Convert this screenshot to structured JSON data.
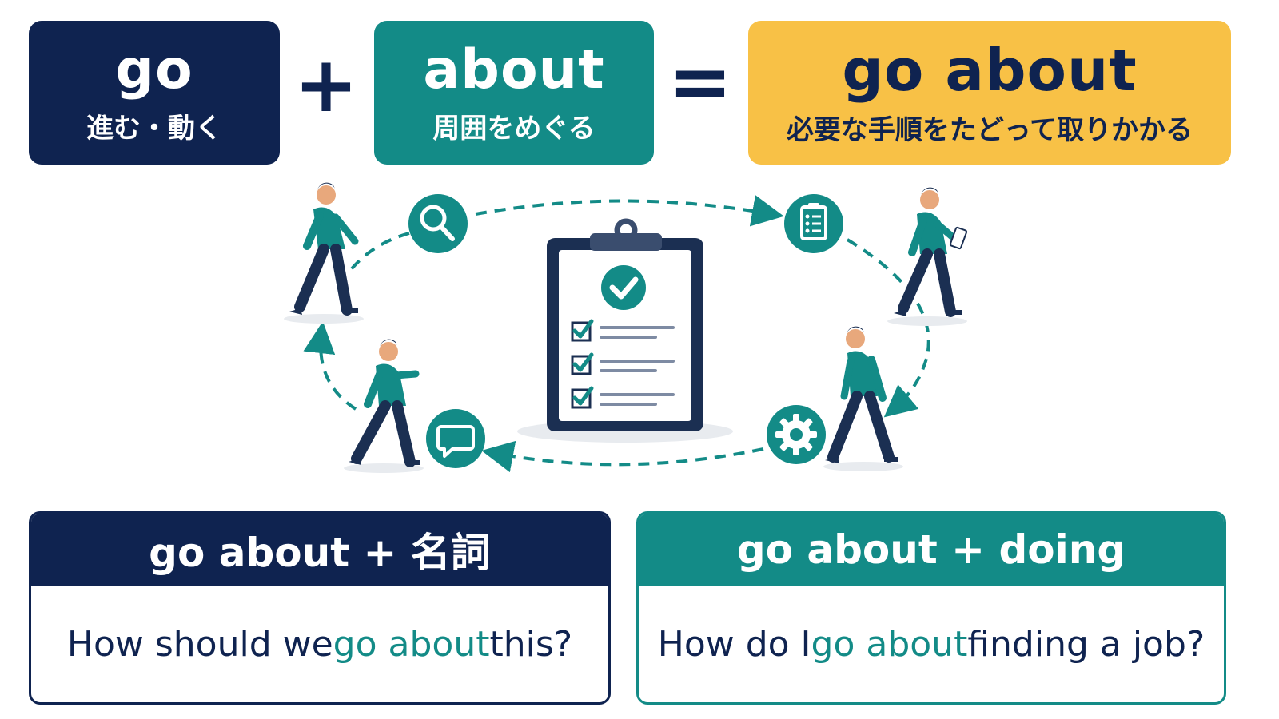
{
  "equation": {
    "go": {
      "word": "go",
      "meaning": "進む・動く"
    },
    "plus": "+",
    "about": {
      "word": "about",
      "meaning": "周囲をめぐる"
    },
    "equals": "=",
    "result": {
      "word": "go about",
      "meaning": "必要な手順をたどって取りかかる"
    }
  },
  "patterns": [
    {
      "heading": "go about + 名詞",
      "example_before": "How should we ",
      "example_highlight": "go about",
      "example_after": " this?"
    },
    {
      "heading": "go about + doing",
      "example_before": "How do I ",
      "example_highlight": "go about",
      "example_after": " finding a job?"
    }
  ],
  "colors": {
    "navy": "#0f2350",
    "teal": "#138b87",
    "yellow": "#f8c146"
  },
  "cycle_icons": [
    "search-icon",
    "checklist-icon",
    "gear-icon",
    "speech-bubble-icon"
  ]
}
